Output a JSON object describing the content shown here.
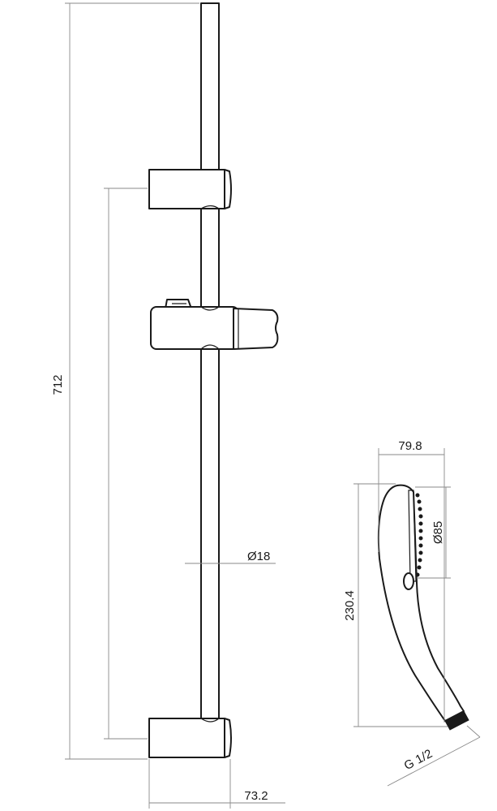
{
  "dimensions": {
    "rail_total_length": "712",
    "rail_diameter": "Ø18",
    "bracket_depth": "73.2",
    "head_width": "79.8",
    "head_face_diameter": "Ø85",
    "handset_length": "230.4",
    "connection_thread": "G 1/2"
  },
  "colors": {
    "line": "#1a1a1a",
    "dimension_line": "#8a8a8a",
    "background": "#ffffff"
  }
}
